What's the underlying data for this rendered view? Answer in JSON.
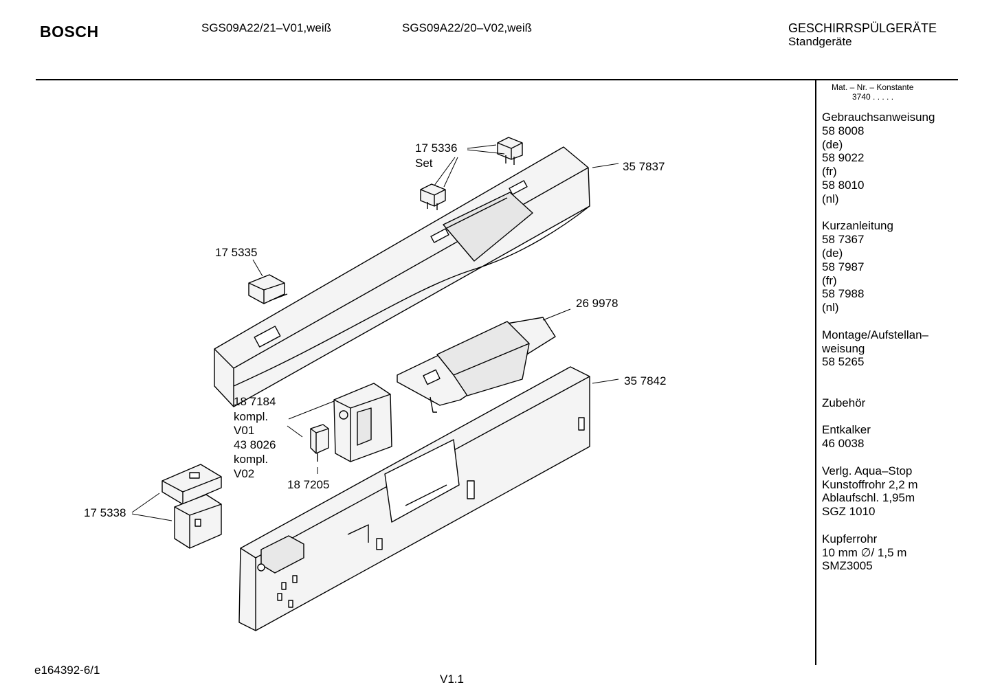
{
  "header": {
    "brand": "BOSCH",
    "model_1": "SGS09A22/21–V01,weiß",
    "model_2": "SGS09A22/20–V02,weiß",
    "category": "GESCHIRRSPÜLGERÄTE",
    "subcategory": "Standgeräte"
  },
  "sidebar": {
    "mat_label": "Mat. – Nr. – Konstante",
    "mat_value": "3740 .   .   .   .   .",
    "lines": [
      "Gebrauchsanweisung",
      "58 8008",
      "(de)",
      "58 9022",
      "(fr)",
      "58 8010",
      "(nl)",
      "",
      "Kurzanleitung",
      "58 7367",
      "(de)",
      "58 7987",
      "(fr)",
      "58 7988",
      "(nl)",
      "",
      "Montage/Aufstellan–",
      "weisung",
      "58 5265",
      "",
      "",
      "Zubehör",
      "",
      "Entkalker",
      "46 0038",
      "",
      "Verlg. Aqua–Stop",
      "Kunstoffrohr 2,2 m",
      "Ablaufschl. 1,95m",
      "SGZ 1010",
      "",
      "Kupferrohr",
      "10 mm ∅/ 1,5 m",
      "SMZ3005"
    ]
  },
  "callouts": {
    "p175336": "17 5336",
    "set": "Set",
    "p357837": "35 7837",
    "p175335": "17 5335",
    "p269978": "26 9978",
    "p357842": "35 7842",
    "p187184": "18 7184",
    "kompl_a": "kompl.",
    "v01": "V01",
    "p438026": "43 8026",
    "kompl_b": "kompl.",
    "v02": "V02",
    "p187205": "18 7205",
    "p175338": "17 5338"
  },
  "footer": {
    "drawing_id": "e164392-6/1",
    "version": "V1.1"
  }
}
